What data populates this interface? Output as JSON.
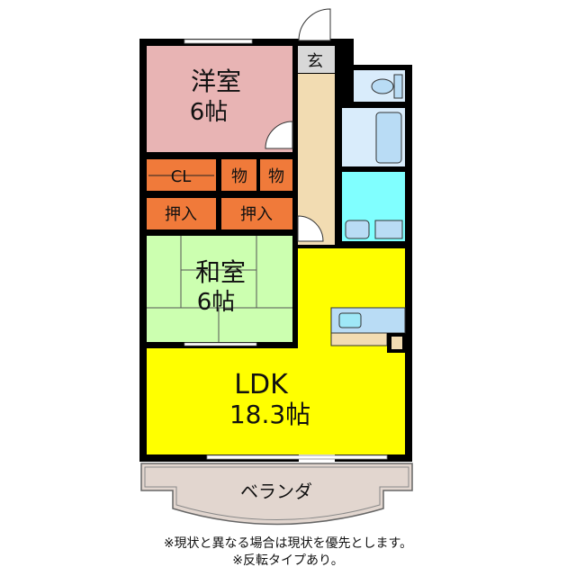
{
  "rooms": {
    "western": {
      "name": "洋室",
      "size": "6帖",
      "color": "#e8b4b4"
    },
    "japanese": {
      "name": "和室",
      "size": "6帖",
      "color": "#ccffb0"
    },
    "ldk": {
      "name": "LDK",
      "size": "18.3帖",
      "color": "#ffff00"
    },
    "entrance": {
      "name": "玄",
      "color": "#d8d8d8"
    },
    "balcony": {
      "name": "ベランダ",
      "color": "#e2d6cf"
    },
    "closet": {
      "name": "CL"
    },
    "storage_1": {
      "name": "物"
    },
    "storage_2": {
      "name": "物"
    },
    "oshiire_1": {
      "name": "押入"
    },
    "oshiire_2": {
      "name": "押入"
    }
  },
  "colors": {
    "storage": "#f07a3a",
    "hall": "#f2dcb2",
    "wet": "#d9ecfb",
    "wash": "#80ffff",
    "wall": "#000000"
  },
  "notes": [
    "※現状と異なる場合は現状を優先とします。",
    "※反転タイプあり。"
  ]
}
